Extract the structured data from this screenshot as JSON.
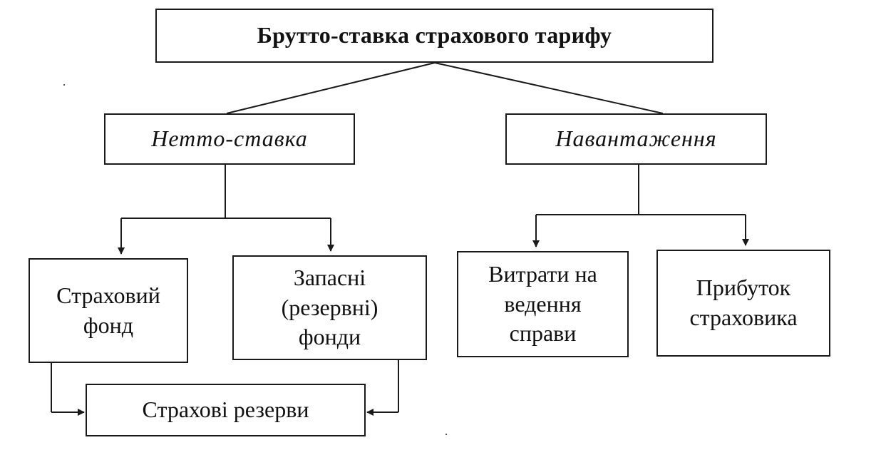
{
  "diagram": {
    "root": "Брутто-ставка страхового тарифу",
    "netto": "Нетто-ставка",
    "loading": "Навантаження",
    "insurance_fund_lines": [
      "Страховий",
      "фонд"
    ],
    "reserve_funds_lines": [
      "Запасні",
      "(резервні)",
      "фонди"
    ],
    "expenses_lines": [
      "Витрати на",
      "ведення",
      "справи"
    ],
    "profit_lines": [
      "Прибуток",
      "страховика"
    ],
    "insurance_reserves": "Страхові резерви"
  }
}
